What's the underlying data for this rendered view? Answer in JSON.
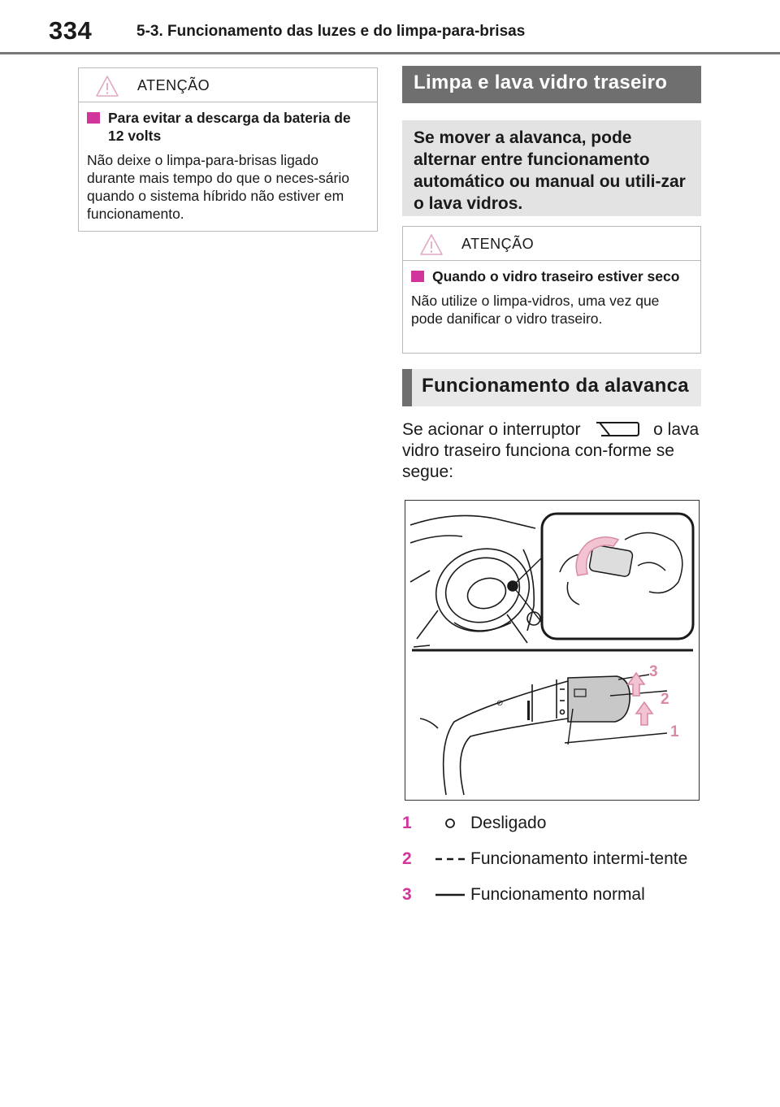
{
  "header": {
    "page_number": "334",
    "section": "5-3. Funcionamento das luzes e do limpa-para-brisas"
  },
  "warning_left": {
    "title": "ATENÇÃO",
    "subtitle": "Para evitar a descarga da bateria de 12 volts",
    "text": "Não deixe o limpa-para-brisas ligado durante mais tempo do que o neces-sário quando o sistema híbrido não estiver em funcionamento."
  },
  "rear_section": {
    "title": "Limpa e lava vidro traseiro",
    "intro": "Se mover a alavanca, pode alternar entre funcionamento automático ou manual ou utili-zar o lava vidros."
  },
  "warning_right": {
    "title": "ATENÇÃO",
    "subtitle": "Quando o vidro traseiro estiver seco",
    "text": "Não utilize o limpa-vidros, uma vez que pode danificar o vidro traseiro."
  },
  "lever_section": {
    "title": "Funcionamento da alavanca",
    "text_before": "Se acionar o interruptor",
    "text_after": "o lava vidro traseiro funciona con-forme se segue:"
  },
  "figure": {
    "callouts": [
      "3",
      "2",
      "1"
    ]
  },
  "positions": [
    {
      "num": "1",
      "icon": "off-circle-icon",
      "label": "Desligado"
    },
    {
      "num": "2",
      "icon": "dashed-line-icon",
      "label": "Funcionamento intermi-tente"
    },
    {
      "num": "3",
      "icon": "solid-line-icon",
      "label": "Funcionamento normal"
    }
  ],
  "colors": {
    "accent": "#d1359b",
    "banner_dark": "#6f6f6f",
    "banner_light": "#e8e8e8",
    "callout": "#d98aa5",
    "arrow_fill": "#f2c4d2"
  }
}
